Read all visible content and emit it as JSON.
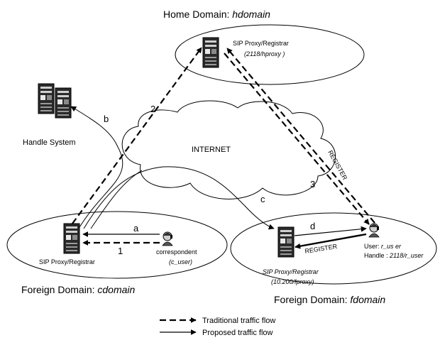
{
  "domains": {
    "home": {
      "title": "Home Domain:",
      "name": "hdomain"
    },
    "foreign_c": {
      "title": "Foreign Domain:",
      "name": "cdomain"
    },
    "foreign_f": {
      "title": "Foreign Domain:",
      "name": "fdomain"
    }
  },
  "nodes": {
    "home_proxy": {
      "label": "SIP Proxy/Registrar",
      "handle": "(2118/hproxy )"
    },
    "handle_system": {
      "label": "Handle System"
    },
    "internet": {
      "label": "INTERNET"
    },
    "c_proxy": {
      "label": "SIP Proxy/Registrar"
    },
    "correspondent": {
      "label": "correspondent",
      "id": "(c_user)"
    },
    "f_proxy": {
      "label": "SIP Proxy/Registrar",
      "handle": "(10.200/fproxy)"
    },
    "user": {
      "user_prefix": "User:",
      "user_name": "r_us er",
      "handle_prefix": "Handle :",
      "handle_value": "2118/r_user"
    }
  },
  "flow_labels": {
    "a": "a",
    "b": "b",
    "c": "c",
    "d": "d",
    "one": "1",
    "two": "2",
    "three": "3",
    "register_diag": "REGISTER",
    "register_horiz": "REGISTER"
  },
  "legend": {
    "traditional": "Traditional traffic flow",
    "proposed": "Proposed traffic flow"
  }
}
